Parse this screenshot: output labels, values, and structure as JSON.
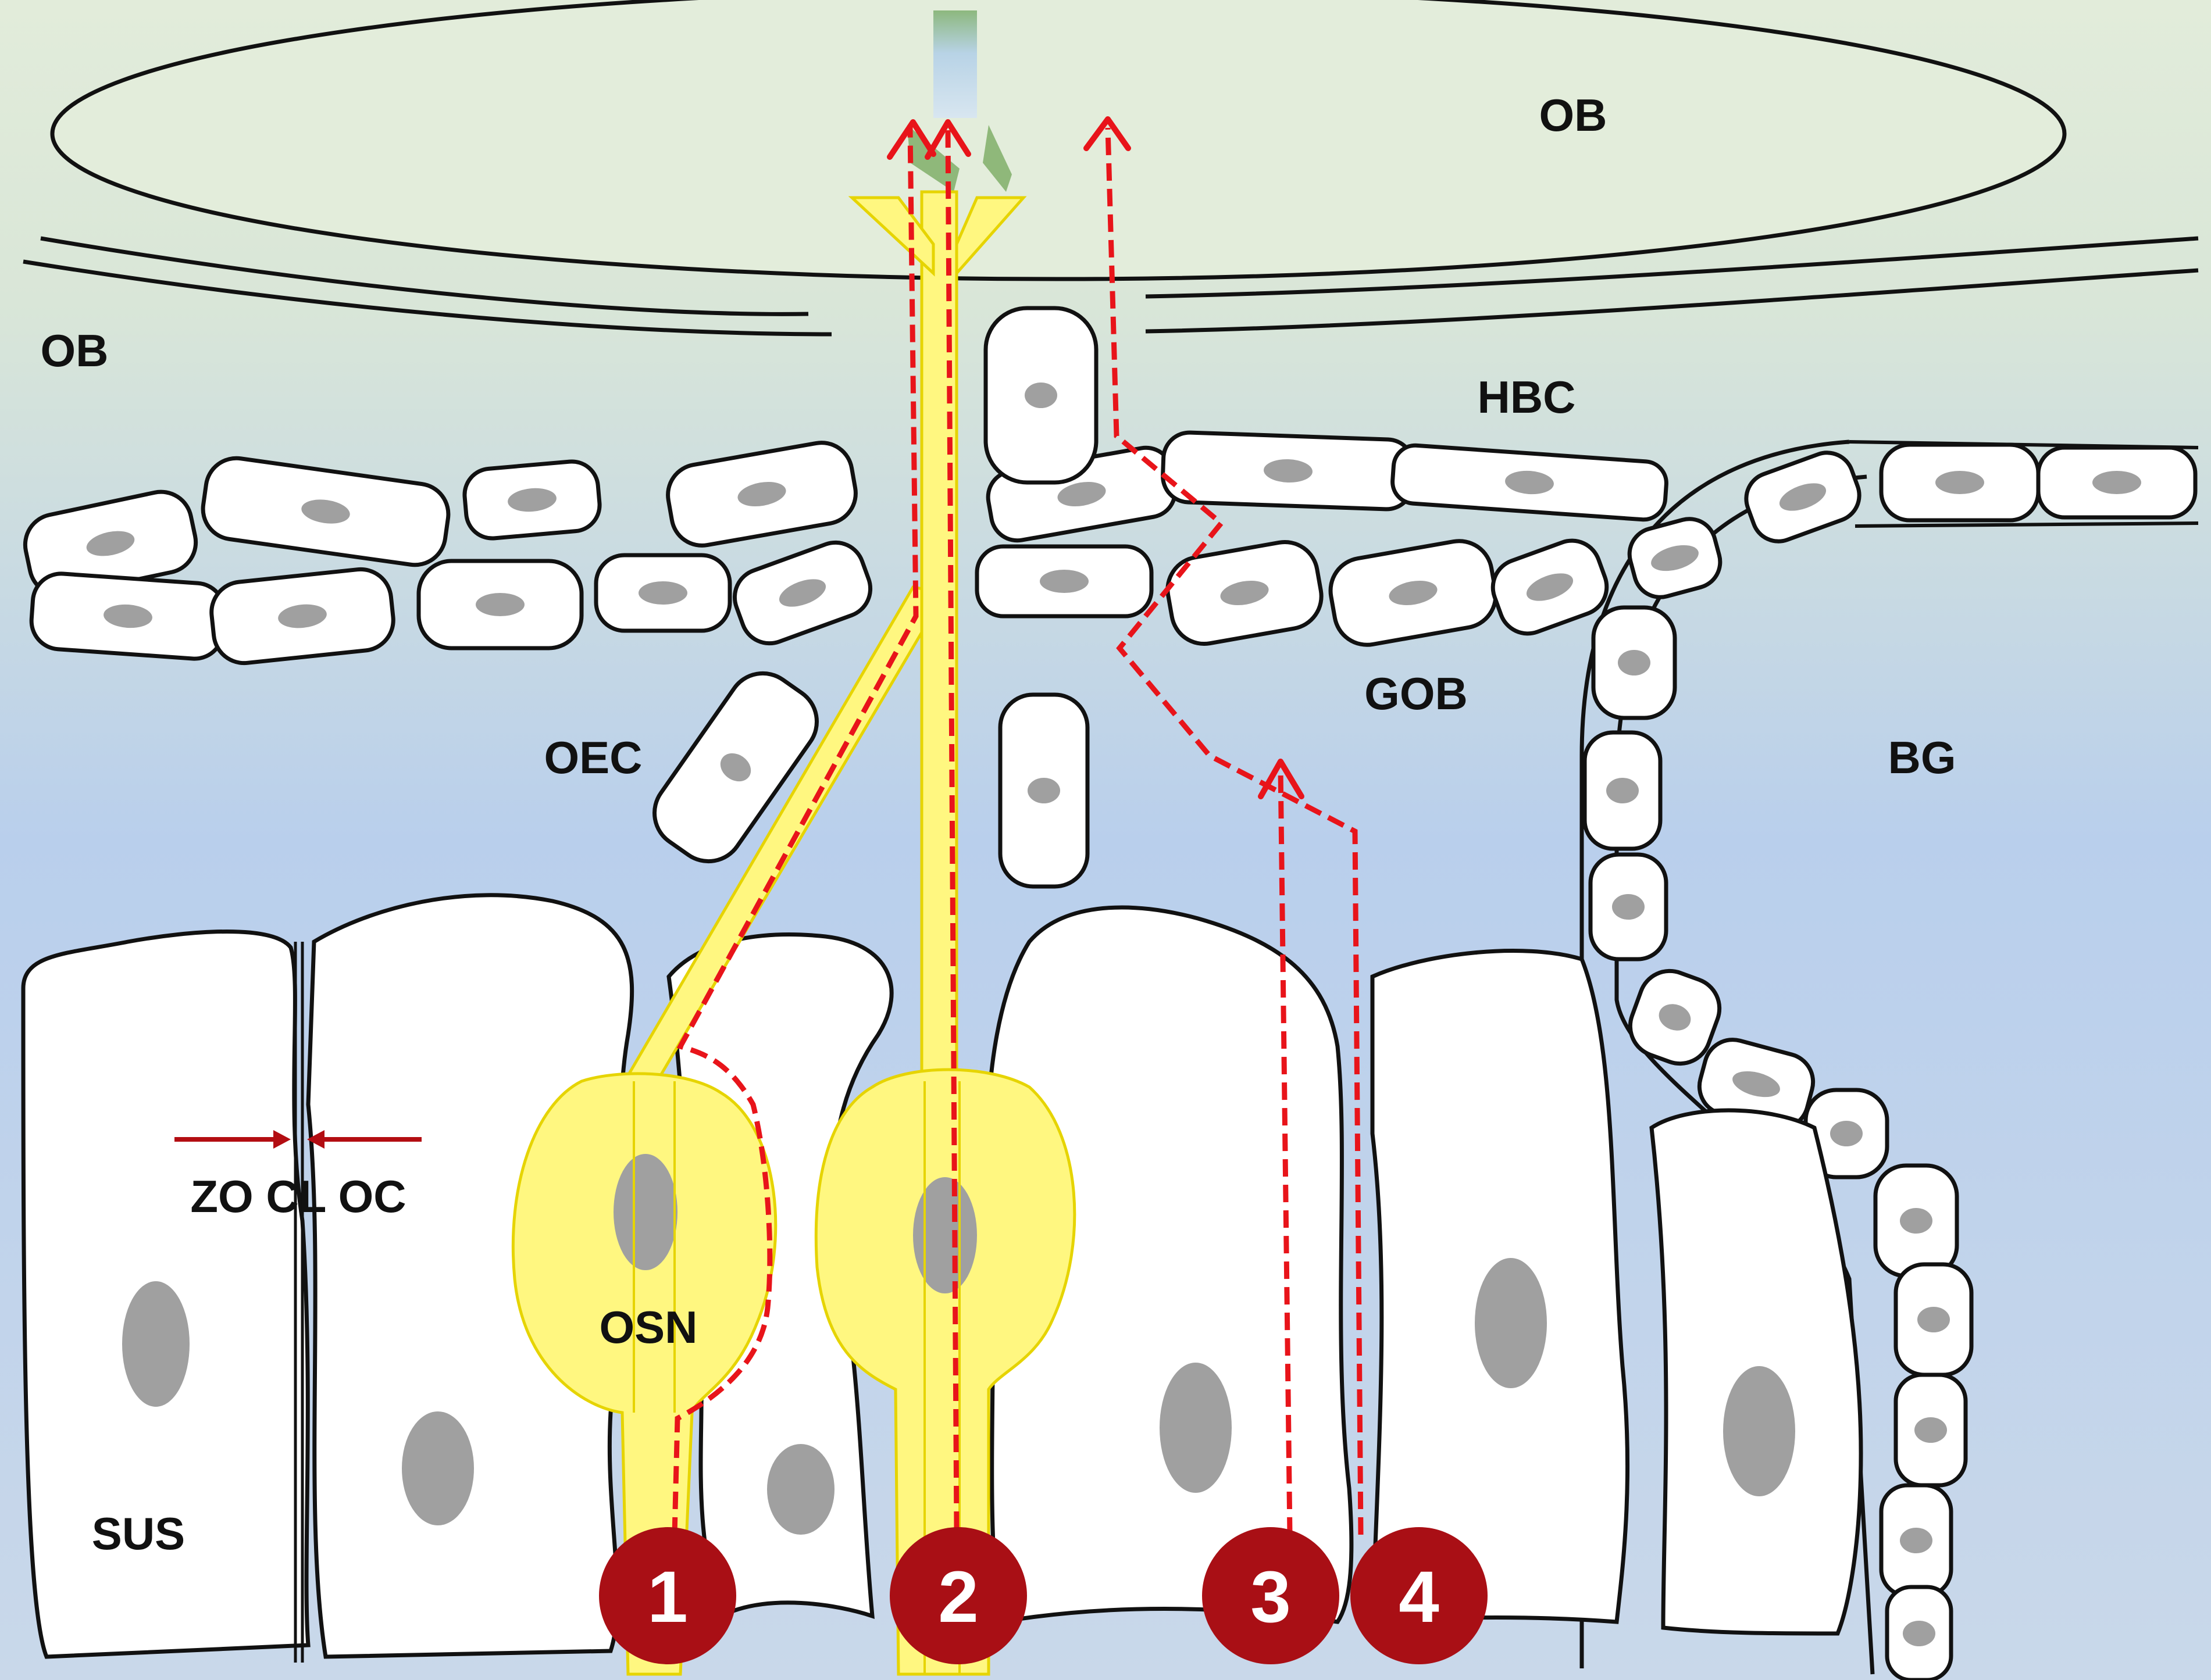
{
  "colors": {
    "bg_top": "#dfead9",
    "bg_bottom": "#b7cdea",
    "cell_fill": "#ffffff",
    "outline": "#111111",
    "nucleus": "#a0a0a0",
    "neuron_fill": "#fff780",
    "neuron_stroke": "#e6d400",
    "path_red": "#e8141a",
    "badge_red": "#a90f15",
    "arrow_darkred": "#b30d12",
    "glomerulus_green": "#8fb87a"
  },
  "labels": {
    "ob_top": "OB",
    "ob_left": "OB",
    "hbc": "HBC",
    "gob": "GOB",
    "oec": "OEC",
    "bg": "BG",
    "junction": "ZO CL OC",
    "osn": "OSN",
    "sus": "SUS"
  },
  "pathways": [
    {
      "number": "1"
    },
    {
      "number": "2"
    },
    {
      "number": "3"
    },
    {
      "number": "4"
    }
  ],
  "icons": {
    "pathway_arrow": "dashed-arrow-up-icon",
    "junction_arrows": "converging-arrows-icon"
  }
}
